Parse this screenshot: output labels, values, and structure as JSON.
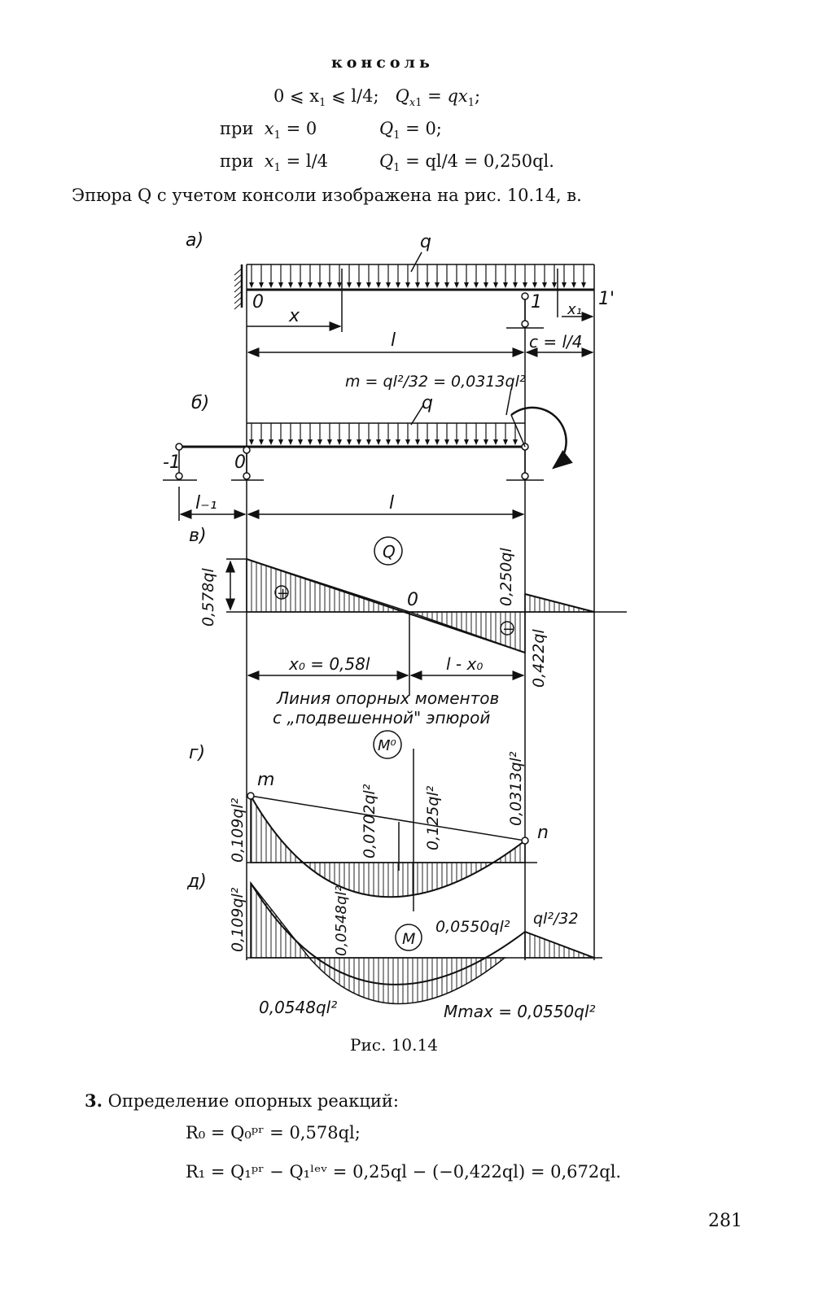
{
  "header": {
    "title": "консоль",
    "eq_range_lhs": "0 ⩽ x",
    "eq_range_mid": " ⩽ l/4;",
    "eq_q_lhs": "Q",
    "eq_q_rhs": " = qx",
    "eq_q_end": ";",
    "row1_prefix": "при",
    "row1_x": "x",
    "row1_x_rhs": " = 0",
    "row1_q": "Q",
    "row1_q_rhs": " = 0;",
    "row2_prefix": "при",
    "row2_x": "x",
    "row2_x_rhs": " = l/4",
    "row2_q": "Q",
    "row2_q_rhs": " = ql/4 = 0,250ql.",
    "sub_1": "1",
    "sub_x1": "x",
    "sub_x1_1": "1",
    "note": "Эпюра Q с учетом консоли изображена на рис. 10.14, в."
  },
  "figure": {
    "caption": "Рис. 10.14",
    "labels": {
      "a": "а)",
      "b": "б)",
      "v": "в)",
      "g": "г)",
      "d": "д)",
      "q_a": "q",
      "q_b": "q",
      "node0_a": "0",
      "node1_a": "1",
      "node1p": "1'",
      "x": "x",
      "x1": "x₁",
      "l_a": "l",
      "c": "c = l/4",
      "m_eq": "m = ql²/32 = 0,0313ql²",
      "node_m1": "-1",
      "node0_b": "0",
      "l_m1": "l₋₁",
      "l_b": "l",
      "Q_circle": "Q",
      "q578": "0,578ql",
      "q250": "0,250ql",
      "q422": "0,422ql",
      "plus": "+",
      "minus": "−",
      "zero": "0",
      "x0": "x₀ = 0,58l",
      "lx0": "l - x₀",
      "line_support_1": "Линия опорных моментов",
      "line_support_2": "с „подвешенной\" эпюрой",
      "M0_circle": "M⁰",
      "m": "m",
      "n": "n",
      "m109g": "0,109ql²",
      "m0702": "0,0702ql²",
      "m125": "0,125ql²",
      "m0313": "0,0313ql²",
      "m0548_g": "0,0548ql²",
      "m0550_g": "0,0550ql²",
      "M_circle": "M",
      "m109d": "0,109ql²",
      "ql2_32": "ql²/32",
      "m0548_d": "0,0548ql²",
      "mmax": "Mmax = 0,0550ql²"
    }
  },
  "section": {
    "number": "3.",
    "title": "Определение опорных реакций:",
    "r0": "R₀ = Q₀ᵖʳ = 0,578ql;",
    "r1": "R₁ = Q₁ᵖʳ − Q₁ˡᵉᵛ = 0,25ql − (−0,422ql) = 0,672ql."
  },
  "page_number": "281"
}
